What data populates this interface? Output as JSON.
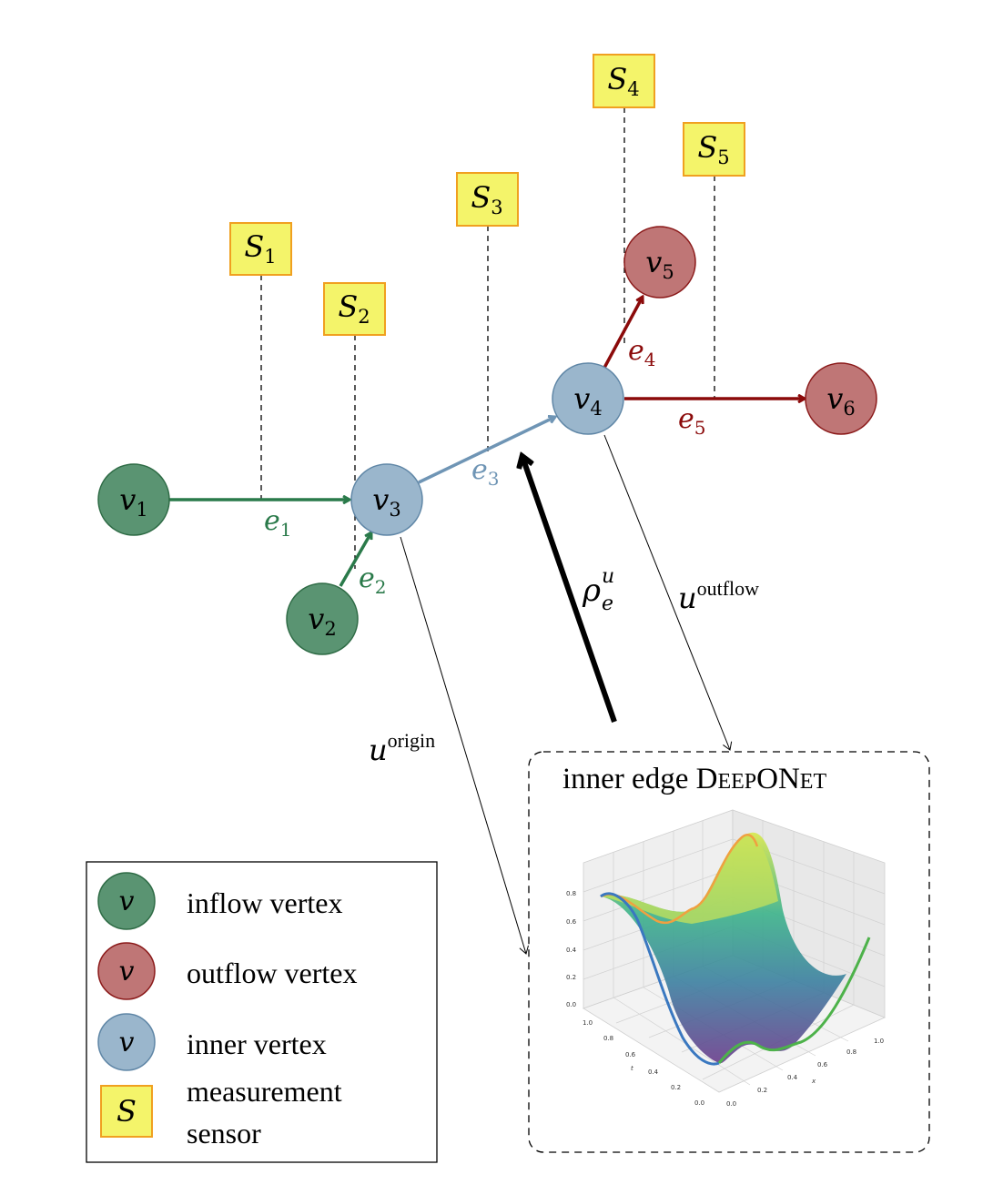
{
  "colors": {
    "inflow_fill": "#5a9472",
    "inflow_stroke": "#2e6b45",
    "inflow_edge": "#2a7a4a",
    "outflow_fill": "#bf7676",
    "outflow_stroke": "#8b1a1a",
    "outflow_edge": "#8b0a0a",
    "inner_fill": "#9ab6cc",
    "inner_stroke": "#5f86a6",
    "inner_edge": "#6f95b5",
    "sensor_fill": "#f4f46a",
    "sensor_stroke": "#f0a020"
  },
  "vertices": [
    {
      "id": "v1",
      "base": "v",
      "sub": "1",
      "kind": "inflow"
    },
    {
      "id": "v2",
      "base": "v",
      "sub": "2",
      "kind": "inflow"
    },
    {
      "id": "v3",
      "base": "v",
      "sub": "3",
      "kind": "inner"
    },
    {
      "id": "v4",
      "base": "v",
      "sub": "4",
      "kind": "inner"
    },
    {
      "id": "v5",
      "base": "v",
      "sub": "5",
      "kind": "outflow"
    },
    {
      "id": "v6",
      "base": "v",
      "sub": "6",
      "kind": "outflow"
    }
  ],
  "edges": [
    {
      "id": "e1",
      "base": "e",
      "sub": "1",
      "from": "v1",
      "to": "v3",
      "kind": "inflow"
    },
    {
      "id": "e2",
      "base": "e",
      "sub": "2",
      "from": "v2",
      "to": "v3",
      "kind": "inflow"
    },
    {
      "id": "e3",
      "base": "e",
      "sub": "3",
      "from": "v3",
      "to": "v4",
      "kind": "inner"
    },
    {
      "id": "e4",
      "base": "e",
      "sub": "4",
      "from": "v4",
      "to": "v5",
      "kind": "outflow"
    },
    {
      "id": "e5",
      "base": "e",
      "sub": "5",
      "from": "v4",
      "to": "v6",
      "kind": "outflow"
    }
  ],
  "sensors": [
    {
      "id": "S1",
      "base": "S",
      "sub": "1",
      "edge": "e1"
    },
    {
      "id": "S2",
      "base": "S",
      "sub": "2",
      "edge": "e2"
    },
    {
      "id": "S3",
      "base": "S",
      "sub": "3",
      "edge": "e3"
    },
    {
      "id": "S4",
      "base": "S",
      "sub": "4",
      "edge": "e4"
    },
    {
      "id": "S5",
      "base": "S",
      "sub": "5",
      "edge": "e5"
    }
  ],
  "annotations": {
    "u_origin": {
      "base": "u",
      "sup": "origin"
    },
    "u_outflow": {
      "base": "u",
      "sup": "outflow"
    },
    "rho": {
      "base": "ρ",
      "sup": "u",
      "sub": "e"
    }
  },
  "deeponet": {
    "title_prefix": "inner edge ",
    "title_D": "D",
    "title_eep": "EEP",
    "title_ON": "ON",
    "title_et": "ET",
    "plot": {
      "z_ticks": [
        "0.0",
        "0.2",
        "0.4",
        "0.6",
        "0.8"
      ],
      "t_ticks": [
        "0.0",
        "0.2",
        "0.4",
        "0.6",
        "0.8",
        "1.0"
      ],
      "x_ticks": [
        "0.0",
        "0.2",
        "0.4",
        "0.6",
        "0.8",
        "1.0"
      ],
      "t_label": "t",
      "x_label": "x"
    }
  },
  "legend": {
    "items": [
      {
        "symbol": "v",
        "label": "inflow vertex",
        "kind": "inflow"
      },
      {
        "symbol": "v",
        "label": "outflow vertex",
        "kind": "outflow"
      },
      {
        "symbol": "v",
        "label": "inner vertex",
        "kind": "inner"
      },
      {
        "symbol": "S",
        "label_line1": "measurement",
        "label_line2": "sensor",
        "kind": "sensor"
      }
    ]
  }
}
